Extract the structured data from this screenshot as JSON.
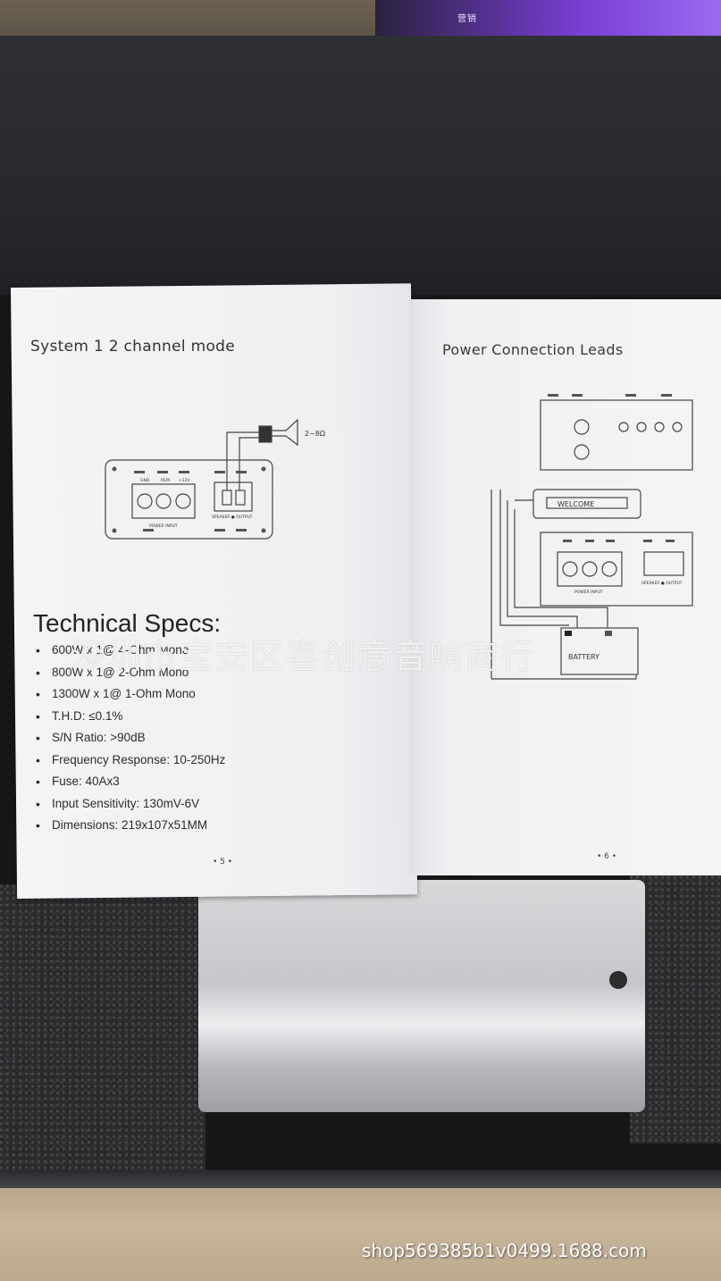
{
  "booklet": {
    "left_page": {
      "title": "System 1 2 channel mode",
      "diagram_labels": {
        "impedance": "2~8Ω",
        "gnd": "GND",
        "rem": "REM",
        "plus12v": "+12V",
        "power_input": "POWER INPUT",
        "speaker_output": "SPEAKER ● OUTPUT"
      },
      "specs_heading": "Technical Specs:",
      "specs": [
        "600W x 1@ 4-Ohm Mono",
        "800W x 1@ 2-Ohm Mono",
        "1300W x 1@ 1-Ohm Mono",
        "T.H.D:  ≤0.1%",
        "S/N Ratio:  >90dB",
        "Frequency Response:  10-250Hz",
        "Fuse:  40Ax3",
        "Input Sensitivity:  130mV-6V",
        "Dimensions: 219x107x51MM"
      ],
      "page_number": "• 5 •"
    },
    "right_page": {
      "title": "Power Connection Leads",
      "diagram_labels": {
        "head_unit": "WELCOME",
        "battery": "BATTERY",
        "power_input": "POWER INPUT",
        "speaker_output": "SPEAKER ● OUTPUT"
      },
      "page_number": "• 6 •"
    }
  },
  "watermarks": {
    "seller_cn": "深圳市宝安区喜创意音响商行",
    "shop_url": "shop569385b1v0499.1688.com"
  },
  "background_monitor_text": "营销"
}
